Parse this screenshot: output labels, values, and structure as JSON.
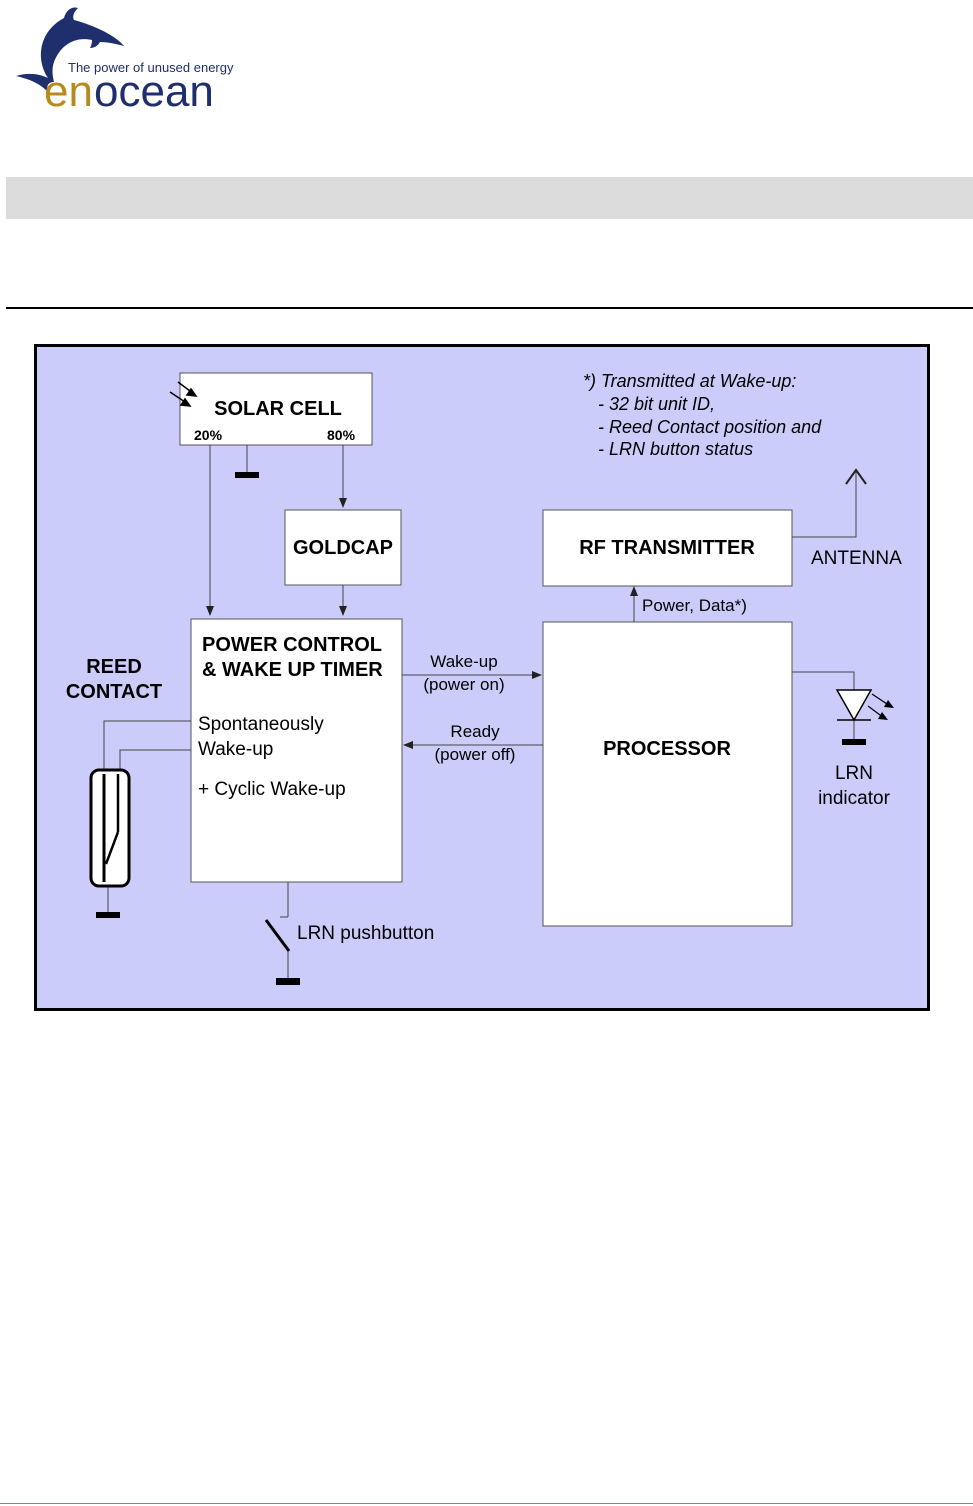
{
  "header": {
    "tagline": "The power of unused energy",
    "brand_en": "en",
    "brand_ocean": "ocean"
  },
  "colors": {
    "diagram_bg": "#ccccfa",
    "logo_navy": "#1f2f6e",
    "logo_gold": "#b88a1c"
  },
  "diagram": {
    "solar_cell": {
      "label": "SOLAR CELL",
      "left_pct": "20%",
      "right_pct": "80%"
    },
    "goldcap": {
      "label": "GOLDCAP"
    },
    "power_control": {
      "line1": "POWER CONTROL",
      "line2": "& WAKE UP TIMER",
      "spont1": "Spontaneously",
      "spont2": "Wake-up",
      "cyclic": "+ Cyclic Wake-up"
    },
    "reed_contact": {
      "line1": "REED",
      "line2": "CONTACT"
    },
    "rf_transmitter": {
      "label": "RF TRANSMITTER"
    },
    "processor": {
      "label": "PROCESSOR"
    },
    "antenna": {
      "label": "ANTENNA"
    },
    "power_data": {
      "label": "Power, Data*)"
    },
    "wakeup_signal": {
      "line1": "Wake-up",
      "line2": "(power on)"
    },
    "ready_signal": {
      "line1": "Ready",
      "line2": "(power off)"
    },
    "lrn_indicator": {
      "line1": "LRN",
      "line2": "indicator"
    },
    "lrn_pushbutton": {
      "label": "LRN pushbutton"
    },
    "note": {
      "title": "*) Transmitted at Wake-up:",
      "items": [
        "32 bit unit ID,",
        "Reed Contact position and",
        "LRN button status"
      ]
    }
  }
}
